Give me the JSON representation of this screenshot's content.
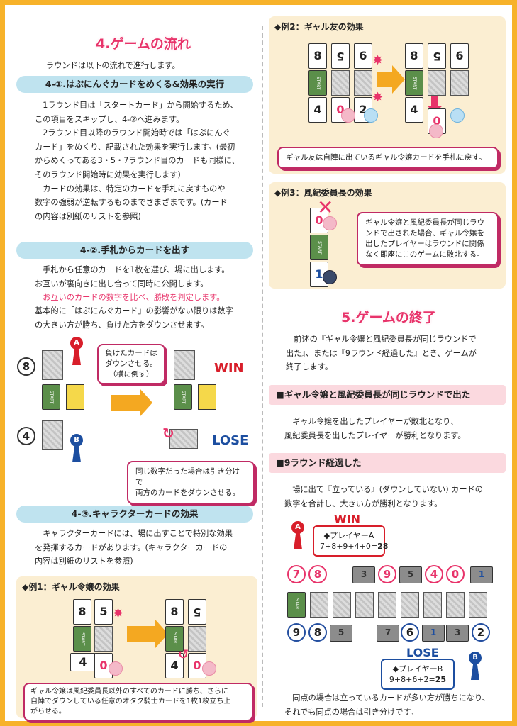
{
  "section4": {
    "title": "4.ゲームの流れ",
    "intro": "ラウンドは以下の流れで進行します。",
    "step1": {
      "title": "4-①.はぷにんぐカードをめくる&効果の実行",
      "text": "　1ラウンド目は「スタートカード」から開始するため、\nこの項目をスキップし、4-②へ進みます。\n　2ラウンド目以降のラウンド開始時では「はぷにんぐ\nカード」をめくり、記載された効果を実行します。(最初\nからめくってある3・5・7ラウンド目のカードも同様に、\nそのラウンド開始時に効果を実行します)\n　カードの効果は、特定のカードを手札に戻すものや\n数字の強弱が逆転するものまでさまざまです。(カード\nの内容は別紙のリストを参照)"
    },
    "step2": {
      "title": "4-②.手札からカードを出す",
      "text1": "　手札から任意のカードを1枚を選び、場に出します。\nお互いが裏向きに出し合って同時に公開します。",
      "text_red": "　お互いのカードの数字を比べ、勝敗を判定します。",
      "text2": "基本的に「はぷにんぐカード」の影響がない限りは数字\nの大きい方が勝ち、負けた方をダウンさせます。",
      "diagram": {
        "num_a": "8",
        "num_b": "4",
        "pawn_a": "A",
        "pawn_b": "B",
        "start_label": "START",
        "note_top": "負けたカードは\nダウンさせる。\n（横に倒す）",
        "win": "WIN",
        "lose": "LOSE",
        "note_bottom": "同じ数字だった場合は引き分けで\n両方のカードをダウンさせる。"
      }
    },
    "step3": {
      "title": "4-③.キャラクターカードの効果",
      "text": "　キャラクターカードには、場に出すことで特別な効果\nを発揮するカードがあります。(キャラクターカードの\n内容は別紙のリストを参照)"
    },
    "example1": {
      "title": "◆例1：ギャル令嬢の効果",
      "cards_left": [
        "8",
        "5",
        "4",
        "0"
      ],
      "cards_right": [
        "8",
        "5",
        "4",
        "0"
      ],
      "note": "ギャル令嬢は風紀委員長以外のすべてのカードに勝ち、さらに\n自陣でダウンしている任意のオタク騎士カードを1枚1枚立ち上\nがらせる。"
    }
  },
  "example2": {
    "title": "◆例2：ギャル友の効果",
    "cards_left": [
      "8",
      "5",
      "6",
      "4",
      "0",
      "2"
    ],
    "cards_right": [
      "8",
      "5",
      "6",
      "4",
      "0"
    ],
    "note": "ギャル友は自陣に出ているギャル令嬢カードを手札に戻す。"
  },
  "example3": {
    "title": "◆例3：風紀委員長の効果",
    "cards": [
      "0",
      "1"
    ],
    "note": "ギャル令嬢と風紀委員長が同じラウ\nンドで出された場合、ギャル令嬢を\n出したプレイヤーはラウンドに関係\nなく即座にこのゲームに敗北する。"
  },
  "section5": {
    "title": "5.ゲームの終了",
    "intro": "　前述の『ギャル令嬢と風紀委員長が同じラウンドで\n出た』、または『9ラウンド経過した』とき、ゲームが\n終了します。",
    "case1": {
      "title": "■ギャル令嬢と風紀委員長が同じラウンドで出た",
      "text": "　ギャル令嬢を出したプレイヤーが敗北となり、\n風紀委員長を出したプレイヤーが勝利となります。"
    },
    "case2": {
      "title": "■9ラウンド経過した",
      "text": "　場に出て『立っている』(ダウンしていない) カードの\n数字を合計し、大きい方が勝利となります。",
      "win": "WIN",
      "lose": "LOSE",
      "score_a_title": "◆プレイヤーA",
      "score_a_formula": "7+8+9+4+0=",
      "score_a_total": "28",
      "score_b_title": "◆プレイヤーB",
      "score_b_formula": "9+8+6+2=",
      "score_b_total": "25",
      "row_a": [
        "7",
        "8",
        "3",
        "9",
        "5",
        "4",
        "0",
        "1"
      ],
      "row_b": [
        "9",
        "8",
        "5",
        "7",
        "6",
        "1",
        "3",
        "2"
      ],
      "footer": "　同点の場合は立っているカードが多い方が勝ちになり、\nそれでも同点の場合は引き分けです。"
    }
  }
}
